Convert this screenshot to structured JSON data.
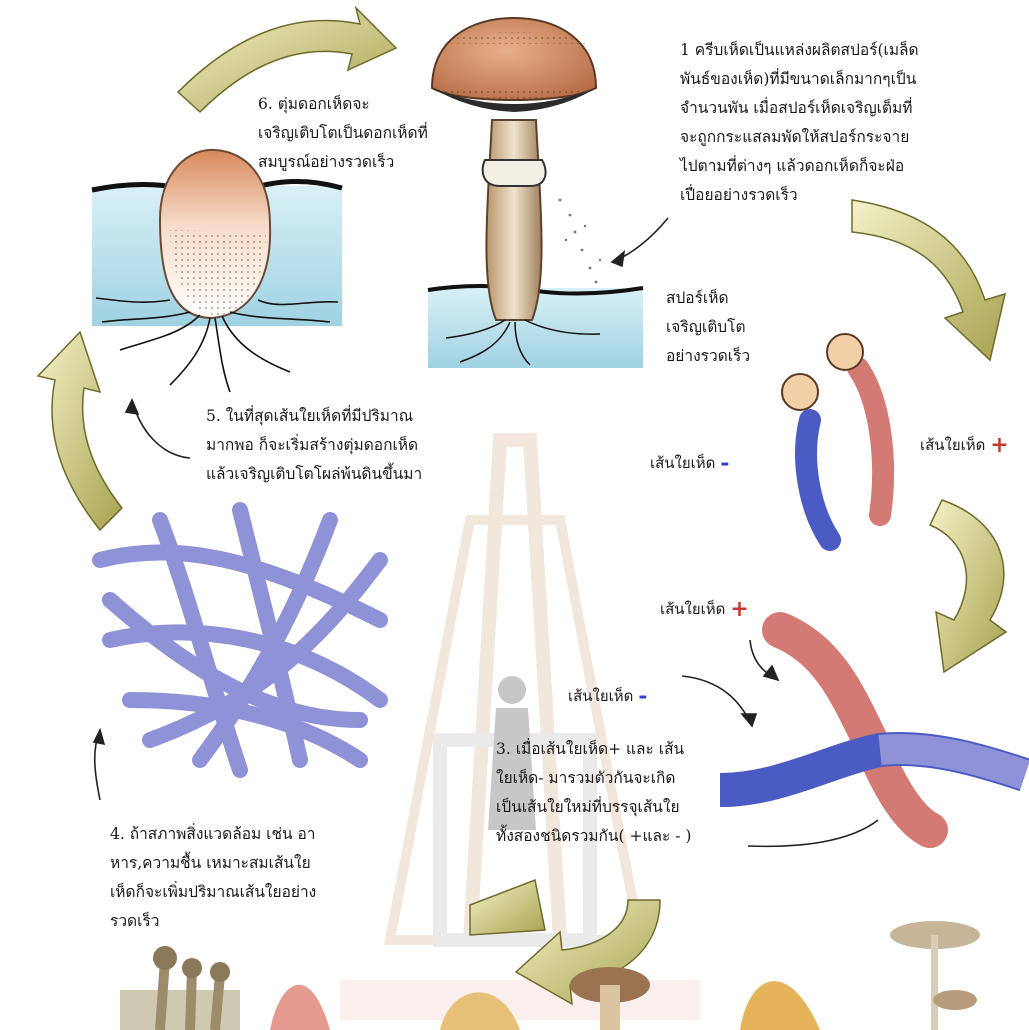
{
  "texts": {
    "step1": "1 ครีบเห็ดเป็นแหล่งผลิตสปอร์(เมล็ด\nพันธ์ของเห็ด)ที่มีขนาดเล็กมากๆเป็น\nจำนวนพัน เมื่อสปอร์เห็ดเจริญเต็มที่\nจะถูกกระแสลมพัดให้สปอร์กระจาย\nไปตามที่ต่างๆ แล้วดอกเห็ดก็จะฝ่อ\nเปื่อยอย่างรวดเร็ว",
    "step6": "6. ตุ่มดอกเห็ดจะ\nเจริญเติบโตเป็นดอกเห็ดที่\nสมบูรณ์อย่างรวดเร็ว",
    "spore_growth": "สปอร์เห็ด\nเจริญเติบโต\nอย่างรวดเร็ว",
    "step5": "5. ในที่สุดเส้นใยเห็ดที่มีปริมาณ\nมากพอ ก็จะเริ่มสร้างตุ่มดอกเห็ด\nแล้วเจริญเติบโตโผล่พ้นดินขึ้นมา",
    "step3": "3. เมื่อเส้นใยเห็ด+ และ เส้น\nใยเห็ด- มารวมตัวกันจะเกิด\nเป็นเส้นใยใหม่ที่บรรจุเส้นใย\nทั้งสองชนิดรวมกัน( +และ - )",
    "step4": "4. ถ้าสภาพสิ่งแวดล้อม เช่น อา\nหาร,ความชื้น เหมาะสมเส้นใย\nเห็ดก็จะเพิ่มปริมาณเส้นใยอย่าง\nรวดเร็ว"
  },
  "labels": {
    "hypha_minus_top": "เส้นใยเห็ด",
    "hypha_minus_top_sign": "-",
    "hypha_plus_top": "เส้นใยเห็ด",
    "hypha_plus_top_sign": "+",
    "hypha_plus_bottom": "เส้นใยเห็ด",
    "hypha_plus_bottom_sign": "+",
    "hypha_minus_bottom": "เส้นใยเห็ด",
    "hypha_minus_bottom_sign": "-"
  },
  "colors": {
    "cycle_arrow": "#c9c97a",
    "soil": "#a9d8e6",
    "cap": "#c98a5e",
    "hypha_red": "#d47a74",
    "hypha_blue": "#4a5cc4",
    "mycelium": "#8f92d6",
    "minus_sign": "#2b3fd0",
    "plus_sign": "#c0392b",
    "watermark": "#e8d3c0"
  }
}
